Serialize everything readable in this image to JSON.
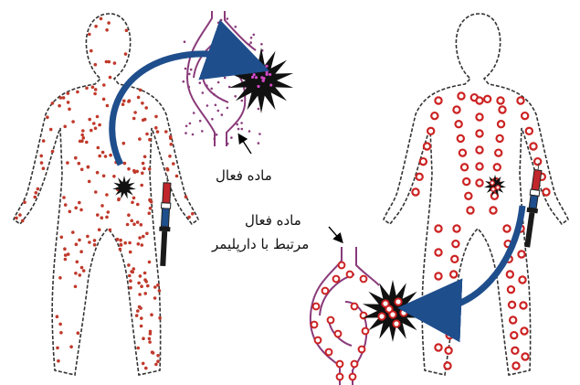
{
  "labels": {
    "active_substance": "ماده فعال",
    "active_substance_conjugated_line1": "ماده فعال",
    "active_substance_conjugated_line2": "مرتبط با دارپلیمر"
  },
  "colors": {
    "outline": "#333333",
    "dot_fill": "#c0392b",
    "ring": "#cc2222",
    "arrow": "#1f4e8c",
    "vessel": "#8a3a7a",
    "tumor": "#111111",
    "syringe_red": "#c0262b",
    "syringe_dark": "#1a1a1a"
  },
  "panels": [
    {
      "name": "free-drug",
      "description_icon": "human-body-icon"
    },
    {
      "name": "dendrimer-drug",
      "description_icon": "human-body-icon"
    }
  ]
}
